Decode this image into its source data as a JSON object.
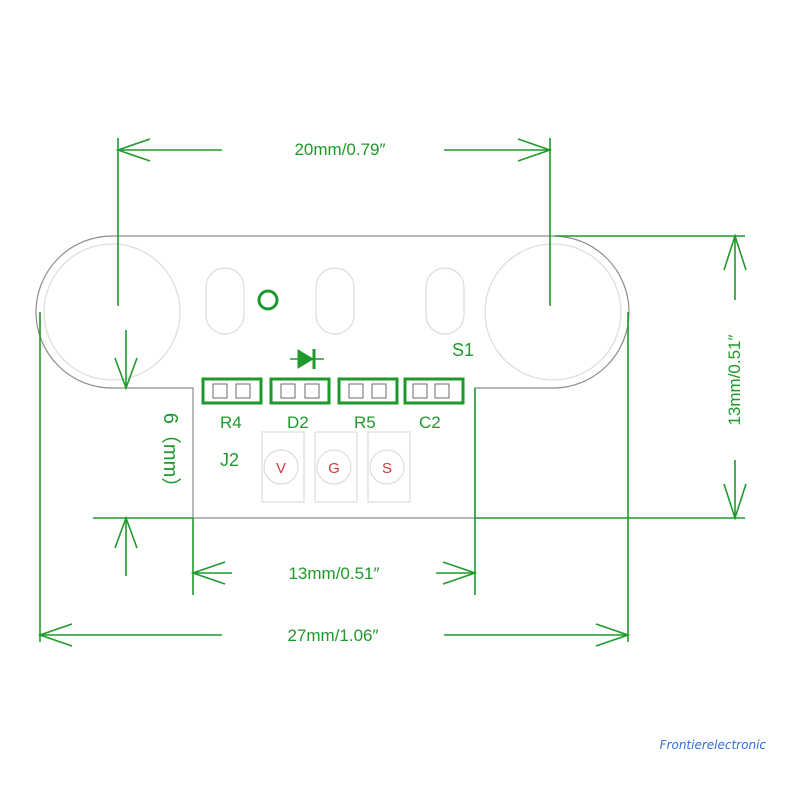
{
  "dimensions": {
    "top_width": "20mm/0.79″",
    "right_height": "13mm/0.51″",
    "left_height": "6（mm）",
    "tab_width": "13mm/0.51″",
    "total_width": "27mm/1.06″"
  },
  "silkscreen": {
    "s1": "S1",
    "r4": "R4",
    "d2": "D2",
    "r5": "R5",
    "c2": "C2",
    "j2": "J2"
  },
  "pins": [
    "V",
    "G",
    "S"
  ],
  "watermark": "Frontierelectronic",
  "colors": {
    "silkscreen": "#1e9a2a",
    "board_outline": "#8c8c8c",
    "pin_label": "#d23b3b",
    "watermark": "#2f6fd6"
  }
}
